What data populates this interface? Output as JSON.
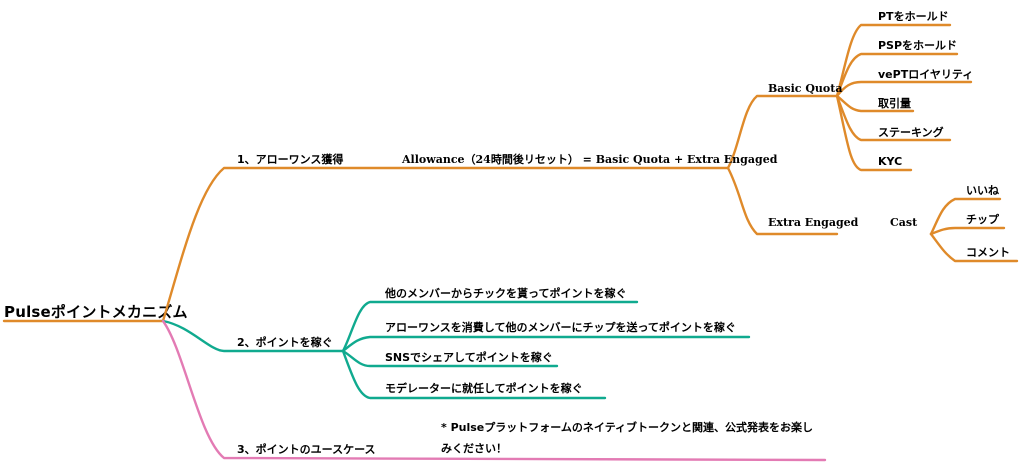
{
  "root": {
    "label": "Pulseポイントメカニズム"
  },
  "branches": [
    {
      "label": "1、アローワンス獲得",
      "allowance": "Allowance（24時間後リセット） = Basic Quota + Extra Engaged",
      "basic_quota": {
        "label": "Basic Quota",
        "children": [
          "PTをホールド",
          "PSPをホールド",
          "vePTロイヤリティ",
          "取引量",
          "ステーキング",
          "KYC"
        ]
      },
      "extra_engaged": {
        "label": "Extra Engaged",
        "cast": "Cast",
        "children": [
          "いいね",
          "チップ",
          "コメント"
        ]
      }
    },
    {
      "label": "2、ポイントを稼ぐ",
      "children": [
        "他のメンバーからチックを貰ってポイントを稼ぐ",
        "アローワンスを消費して他のメンバーにチップを送ってポイントを稼ぐ",
        "SNSでシェアしてポイントを稼ぐ",
        "モデレーターに就任してポイントを稼ぐ"
      ]
    },
    {
      "label": "3、ポイントのユースケース",
      "note_line_1": "* Pulseプラットフォームのネイティブトークンと関連、公式発表をお楽し",
      "note_line_2": "みください！"
    }
  ],
  "colors": {
    "branch_1": "#df8a2a",
    "branch_2": "#10aa8f",
    "branch_3": "#e37bb4",
    "text": "#1f1f1f",
    "background": "#ffffff"
  }
}
